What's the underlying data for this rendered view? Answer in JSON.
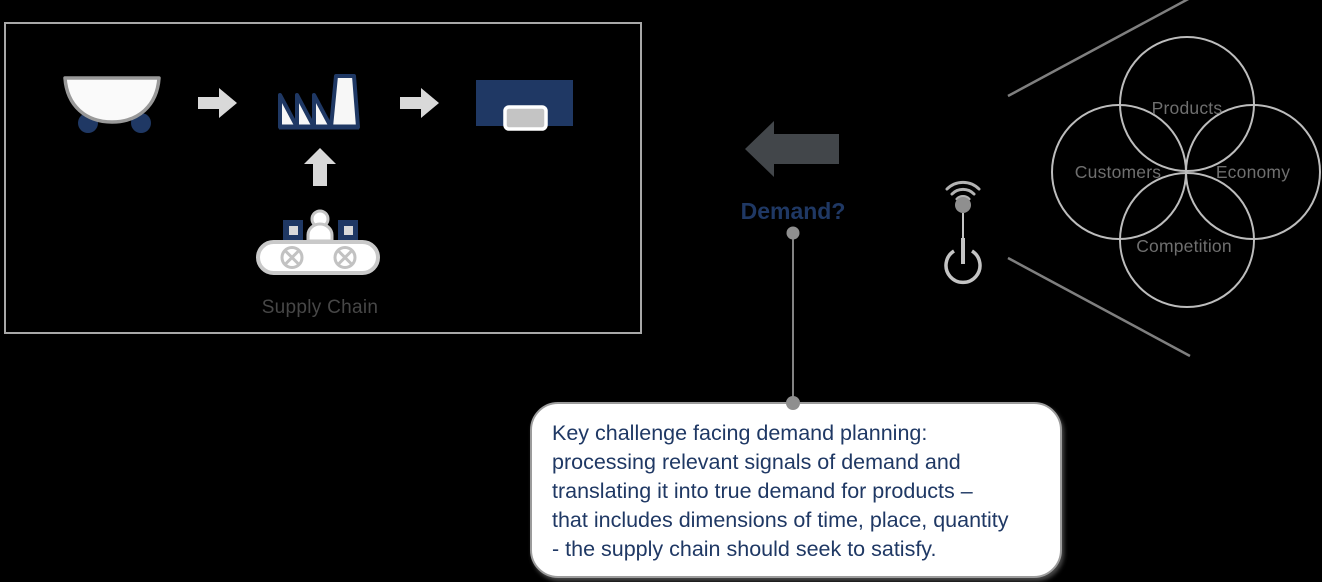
{
  "colors": {
    "background": "#000000",
    "navy": "#1f3864",
    "icon_light_gray": "#d9d9d9",
    "dark_arrow_gray": "#42464a",
    "beam_line_gray": "#7f7f7f",
    "venn_stroke_gray": "#bdbdbd",
    "venn_label_gray": "#6f6f6f"
  },
  "supply_chain": {
    "label": "Supply Chain",
    "icons": [
      "mining-cart-icon",
      "arrow-right-icon",
      "factory-icon",
      "arrow-right-icon",
      "warehouse-icon",
      "arrow-up-icon",
      "planning-team-conveyor-icon"
    ]
  },
  "demand": {
    "label": "Demand?"
  },
  "signal": {
    "icon": "antenna-signal-icon"
  },
  "venn": {
    "top": "Products",
    "left": "Customers",
    "right": "Economy",
    "bottom": "Competition"
  },
  "callout": {
    "lines": [
      "Key challenge facing demand planning:",
      "processing relevant signals of demand and",
      "translating it into true demand for products –",
      "that includes dimensions of time, place, quantity",
      "- the supply chain should seek to satisfy."
    ]
  }
}
